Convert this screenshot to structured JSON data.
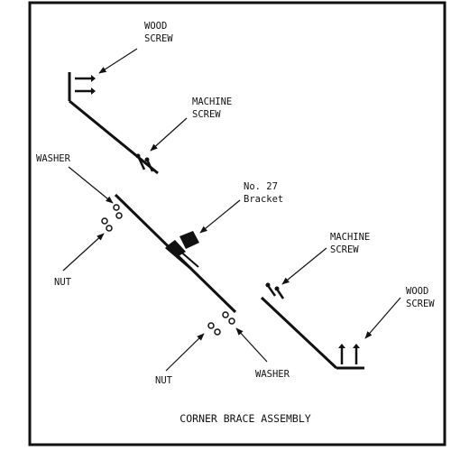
{
  "caption": "CORNER BRACE ASSEMBLY",
  "labels": {
    "wood_screw_top": [
      "WOOD",
      "SCREW"
    ],
    "machine_screw_top": [
      "MACHINE",
      "SCREW"
    ],
    "washer_left": "WASHER",
    "bracket": [
      "No. 27",
      "Bracket"
    ],
    "nut_left": "NUT",
    "machine_screw_right": [
      "MACHINE",
      "SCREW"
    ],
    "wood_screw_right": [
      "WOOD",
      "SCREW"
    ],
    "nut_bottom": "NUT",
    "washer_bottom": "WASHER"
  },
  "colors": {
    "line": "#111111",
    "background": "#ffffff"
  }
}
